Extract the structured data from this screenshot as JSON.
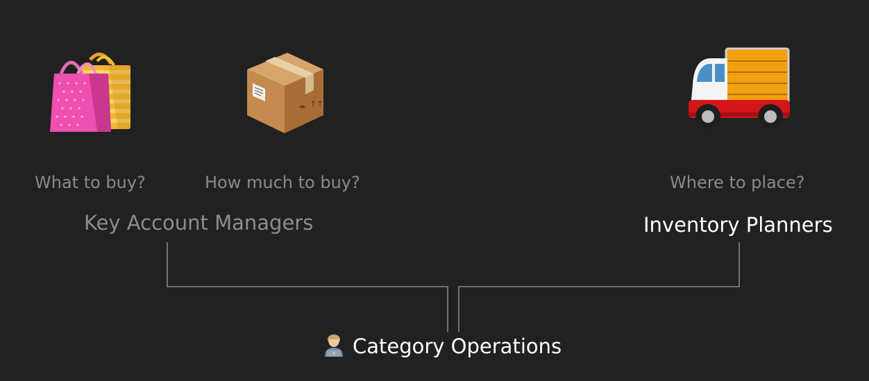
{
  "icons": {
    "shopping_bags": "shopping-bags-icon",
    "package": "package-icon",
    "delivery_truck": "delivery-truck-icon",
    "technologist": "technologist-icon"
  },
  "questions": {
    "what": "What to buy?",
    "how_much": "How much to buy?",
    "where": "Where to place?"
  },
  "groups": {
    "kam": "Key Account Managers",
    "planners": "Inventory Planners"
  },
  "root": {
    "label": "Category Operations"
  },
  "colors": {
    "background": "#212121",
    "muted_text": "#8a8a8a",
    "bright_text": "#ffffff",
    "connector": "#8c8c8c"
  }
}
